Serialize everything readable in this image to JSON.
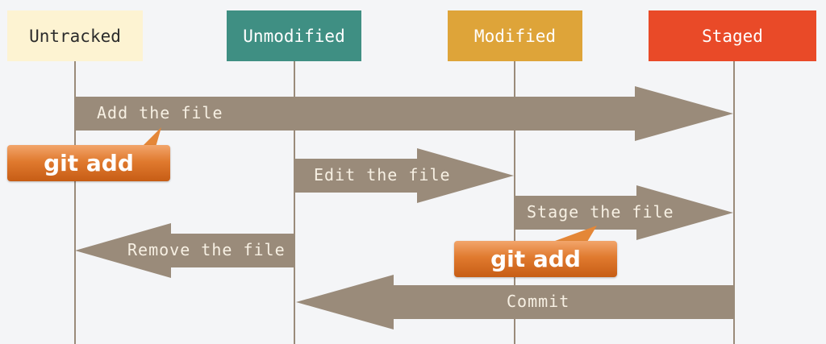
{
  "states": [
    {
      "label": "Untracked",
      "bg": "#fdf3d2",
      "fg": "#2b2b2b"
    },
    {
      "label": "Unmodified",
      "bg": "#3f8f83",
      "fg": "#ffffff"
    },
    {
      "label": "Modified",
      "bg": "#dea439",
      "fg": "#ffffff"
    },
    {
      "label": "Staged",
      "bg": "#e94a28",
      "fg": "#ffffff"
    }
  ],
  "arrows": {
    "add_the_file": "Add the file",
    "edit_the_file": "Edit the file",
    "stage_the_file": "Stage the file",
    "remove_the_file": "Remove the file",
    "commit": "Commit"
  },
  "callouts": {
    "git_add_1": "git add",
    "git_add_2": "git add"
  },
  "colors": {
    "arrow": "#9a8b7a",
    "lifeline": "#9a8b7a",
    "background": "#f4f5f7"
  }
}
